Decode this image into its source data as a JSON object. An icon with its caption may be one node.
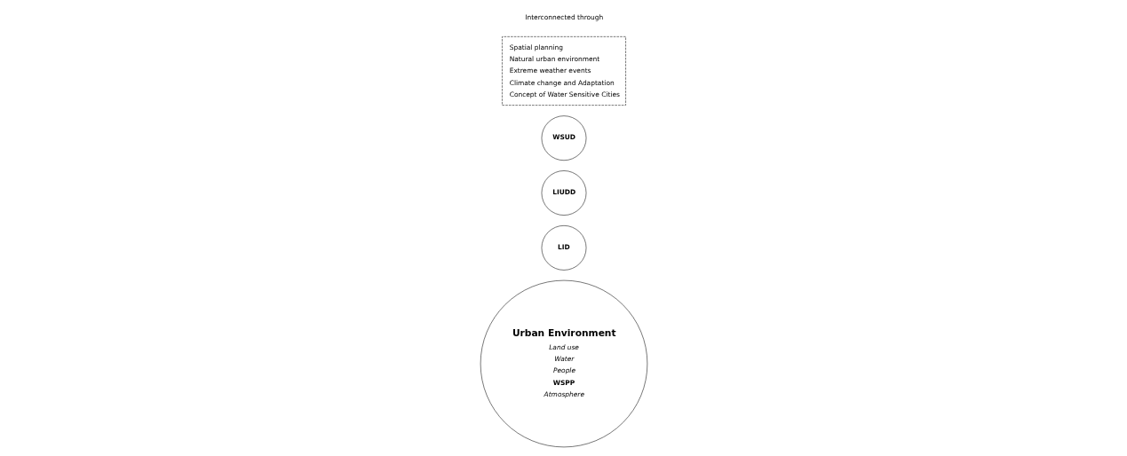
{
  "diagram": {
    "nodes": [
      {
        "text": [
          "Urban Environment",
          "Land use",
          "Water",
          "People",
          "WSPP",
          "Atmosphere"
        ]
      },
      {
        "text": [
          "LID"
        ]
      },
      {
        "text": [
          "LIUDD"
        ]
      },
      {
        "text": [
          "WSUD"
        ]
      },
      {
        "text": [
          "Spatial planning",
          "Natural urban environment",
          "Extreme weather events",
          "Climate change and Adaptation",
          "Concept of Water Sensitive Cities"
        ]
      }
    ],
    "labels": [
      "Interconnected through"
    ]
  }
}
